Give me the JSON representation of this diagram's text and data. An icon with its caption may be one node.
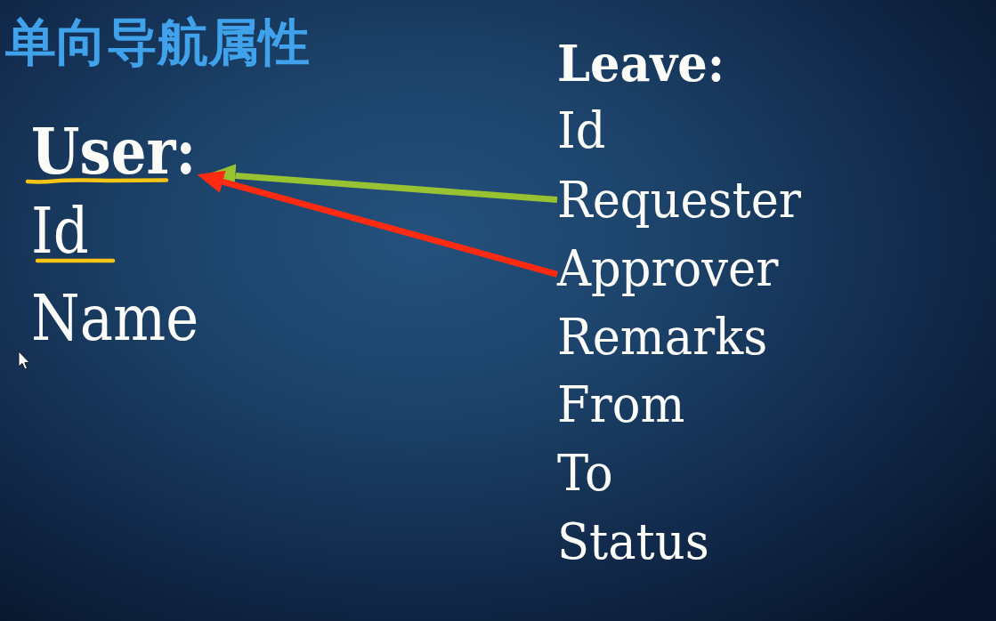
{
  "diagram": {
    "title": "单向导航属性",
    "nodes": [
      {
        "text": [
          "User:"
        ]
      },
      {
        "text": [
          "Requester"
        ]
      },
      {
        "text": [
          "Approver"
        ]
      }
    ],
    "edges": [
      {
        "from": 1,
        "to": 0,
        "arrow": "to",
        "color": "#98c232"
      },
      {
        "from": 2,
        "to": 0,
        "arrow": "to",
        "color": "#ff2a12"
      }
    ],
    "labels": [
      "Id",
      "Name",
      "Leave:",
      "Id",
      "Remarks",
      "From",
      "To",
      "Status"
    ]
  }
}
